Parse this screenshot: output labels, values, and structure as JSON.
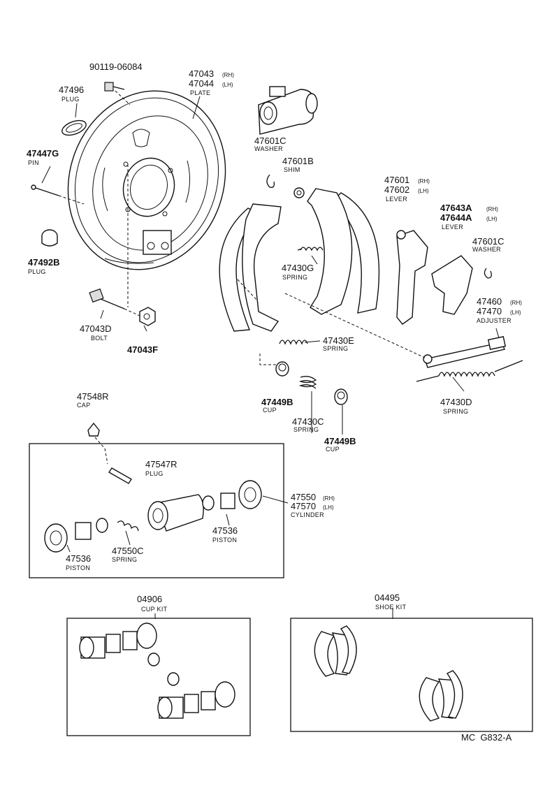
{
  "diagram_code": "MC  G832-A",
  "labels": {
    "bolt_90119": {
      "num": "90119-06084"
    },
    "plug_47496": {
      "num": "47496",
      "name": "PLUG"
    },
    "plate": {
      "num1": "47043",
      "sub1": "(RH)",
      "num2": "47044",
      "sub2": "(LH)",
      "name": "PLATE"
    },
    "pin": {
      "num": "47447G",
      "name": "PIN"
    },
    "plug_47492B": {
      "num": "47492B",
      "name": "PLUG"
    },
    "bolt_47043D": {
      "num": "47043D",
      "name": "BOLT"
    },
    "nut_47043F": {
      "num": "47043F"
    },
    "washer_47601C_a": {
      "num": "47601C",
      "name": "WASHER"
    },
    "shim": {
      "num": "47601B",
      "name": "SHIM"
    },
    "spring_47430G": {
      "num": "47430G",
      "name": "SPRING"
    },
    "lever_47601": {
      "num1": "47601",
      "sub1": "(RH)",
      "num2": "47602",
      "sub2": "(LH)",
      "name": "LEVER"
    },
    "lever_47643A": {
      "num1": "47643A",
      "sub1": "(RH)",
      "num2": "47644A",
      "sub2": "(LH)",
      "name": "LEVER"
    },
    "washer_47601C_b": {
      "num": "47601C",
      "name": "WASHER"
    },
    "adjuster": {
      "num1": "47460",
      "sub1": "(RH)",
      "num2": "47470",
      "sub2": "(LH)",
      "name": "ADJUSTER"
    },
    "spring_47430E": {
      "num": "47430E",
      "name": "SPRING"
    },
    "spring_47430D": {
      "num": "47430D",
      "name": "SPRING"
    },
    "cup_47449B_a": {
      "num": "47449B",
      "name": "CUP"
    },
    "spring_47430C": {
      "num": "47430C",
      "name": "SPRING"
    },
    "cup_47449B_b": {
      "num": "47449B",
      "name": "CUP"
    },
    "cap": {
      "num": "47548R",
      "name": "CAP"
    },
    "plug_47547R": {
      "num": "47547R",
      "name": "PLUG"
    },
    "cylinder": {
      "num1": "47550",
      "sub1": "(RH)",
      "num2": "47570",
      "sub2": "(LH)",
      "name": "CYLINDER"
    },
    "piston_a": {
      "num": "47536",
      "name": "PISTON"
    },
    "piston_b": {
      "num": "47536",
      "name": "PISTON"
    },
    "spring_47550C": {
      "num": "47550C",
      "name": "SPRING"
    },
    "cup_kit": {
      "num": "04906",
      "name": "CUP KIT"
    },
    "shoe_kit": {
      "num": "04495",
      "name": "SHOE KIT"
    }
  }
}
